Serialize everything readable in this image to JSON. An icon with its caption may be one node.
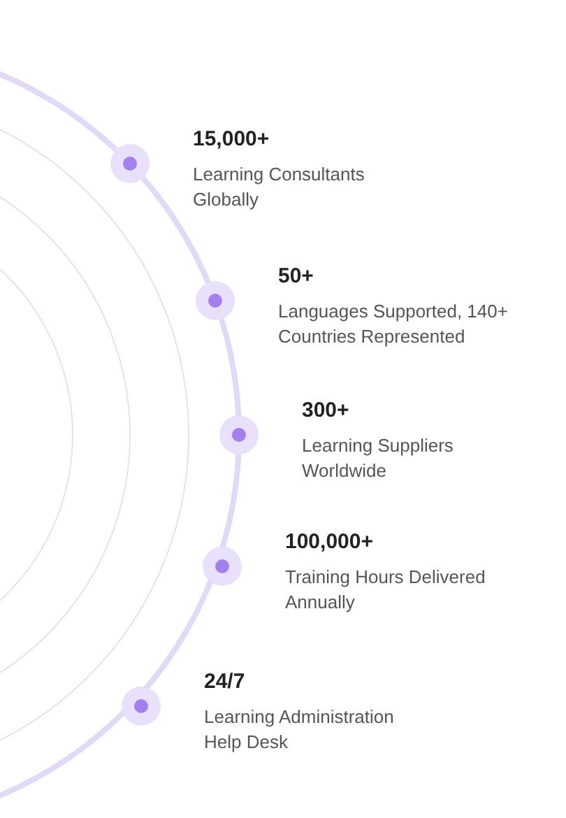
{
  "diagram": {
    "nodes": [
      {
        "text": [],
        "shape": "circle",
        "beside": [
          "15,000+",
          "Learning Consultants Globally"
        ]
      },
      {
        "text": [],
        "shape": "circle",
        "beside": [
          "50+",
          "Languages Supported, 140+ Countries Represented"
        ]
      },
      {
        "text": [],
        "shape": "circle",
        "beside": [
          "300+",
          "Learning Suppliers Worldwide"
        ]
      },
      {
        "text": [],
        "shape": "circle",
        "beside": [
          "100,000+",
          "Training Hours Delivered Annually"
        ]
      },
      {
        "text": [],
        "shape": "circle",
        "beside": [
          "24/7",
          "Learning Administration Help Desk"
        ]
      }
    ]
  }
}
